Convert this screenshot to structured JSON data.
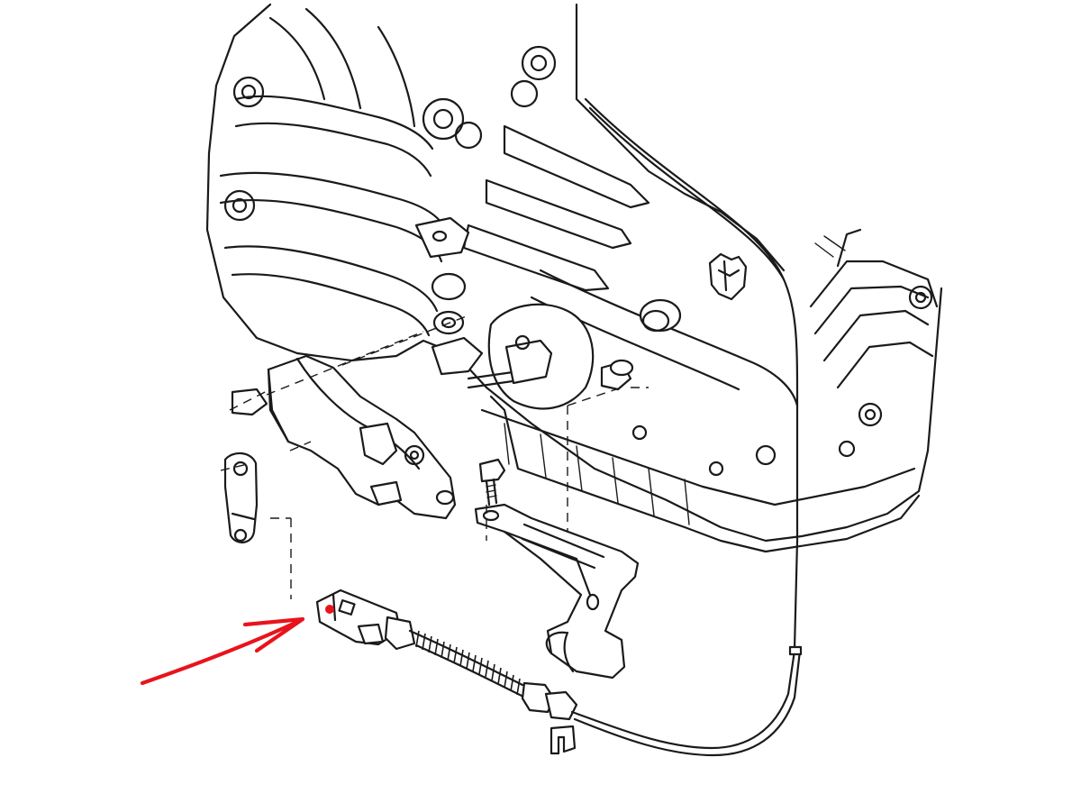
{
  "diagram": {
    "type": "exploded-parts-illustration",
    "colors": {
      "line_art": "#1a1a1a",
      "background": "#ffffff",
      "callout_arrow": "#e8141c",
      "callout_dot": "#e8141c"
    },
    "callout": {
      "shape": "arrow",
      "points_to": "shift-cable-end-fitting"
    }
  }
}
